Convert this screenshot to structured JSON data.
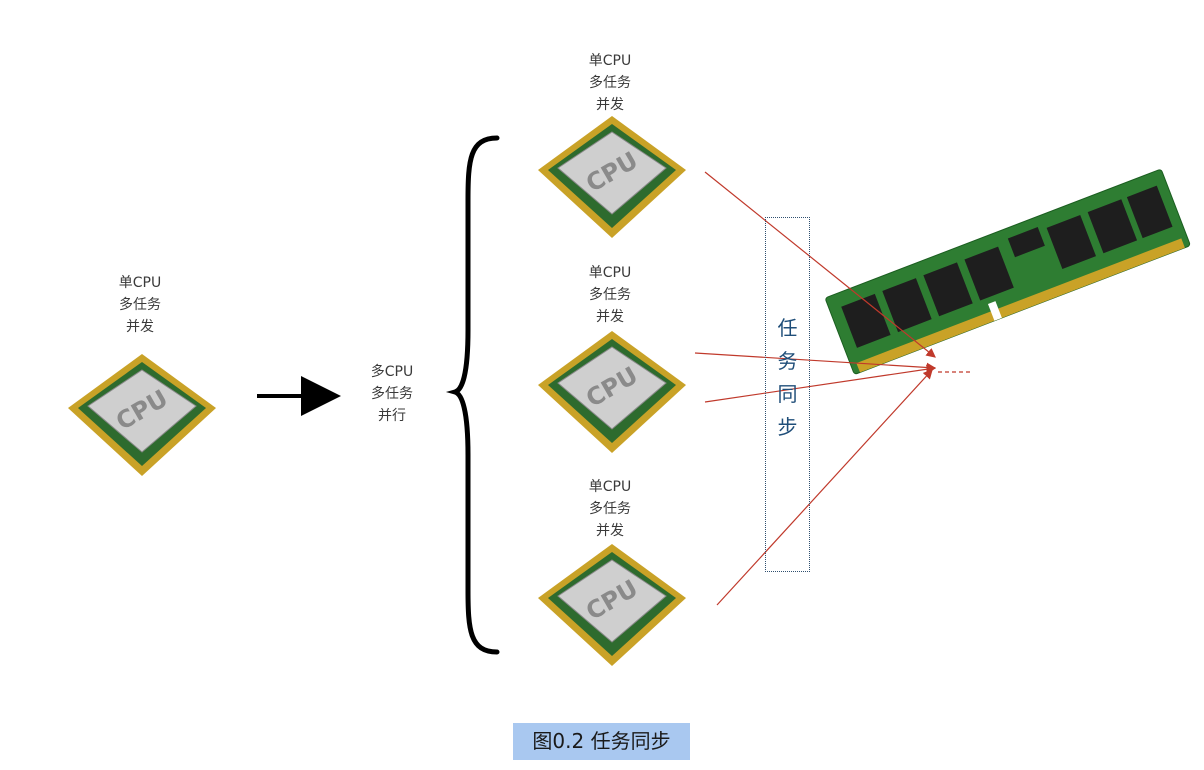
{
  "single_cpu": {
    "lines": [
      "单CPU",
      "多任务",
      "并发"
    ]
  },
  "multi_cpu": {
    "lines": [
      "多CPU",
      "多任务",
      "并行"
    ]
  },
  "cpu_groups": [
    {
      "lines": [
        "单CPU",
        "多任务",
        "并发"
      ]
    },
    {
      "lines": [
        "单CPU",
        "多任务",
        "并发"
      ]
    },
    {
      "lines": [
        "单CPU",
        "多任务",
        "并发"
      ]
    }
  ],
  "chip_text": "CPU",
  "sync_label": [
    "任",
    "务",
    "同",
    "步"
  ],
  "caption": "图0.2 任务同步",
  "colors": {
    "connector": "#c0392b",
    "caption_bg": "#a9c8f0",
    "pcb": "#2e7d32",
    "pins": "#c9a227"
  }
}
